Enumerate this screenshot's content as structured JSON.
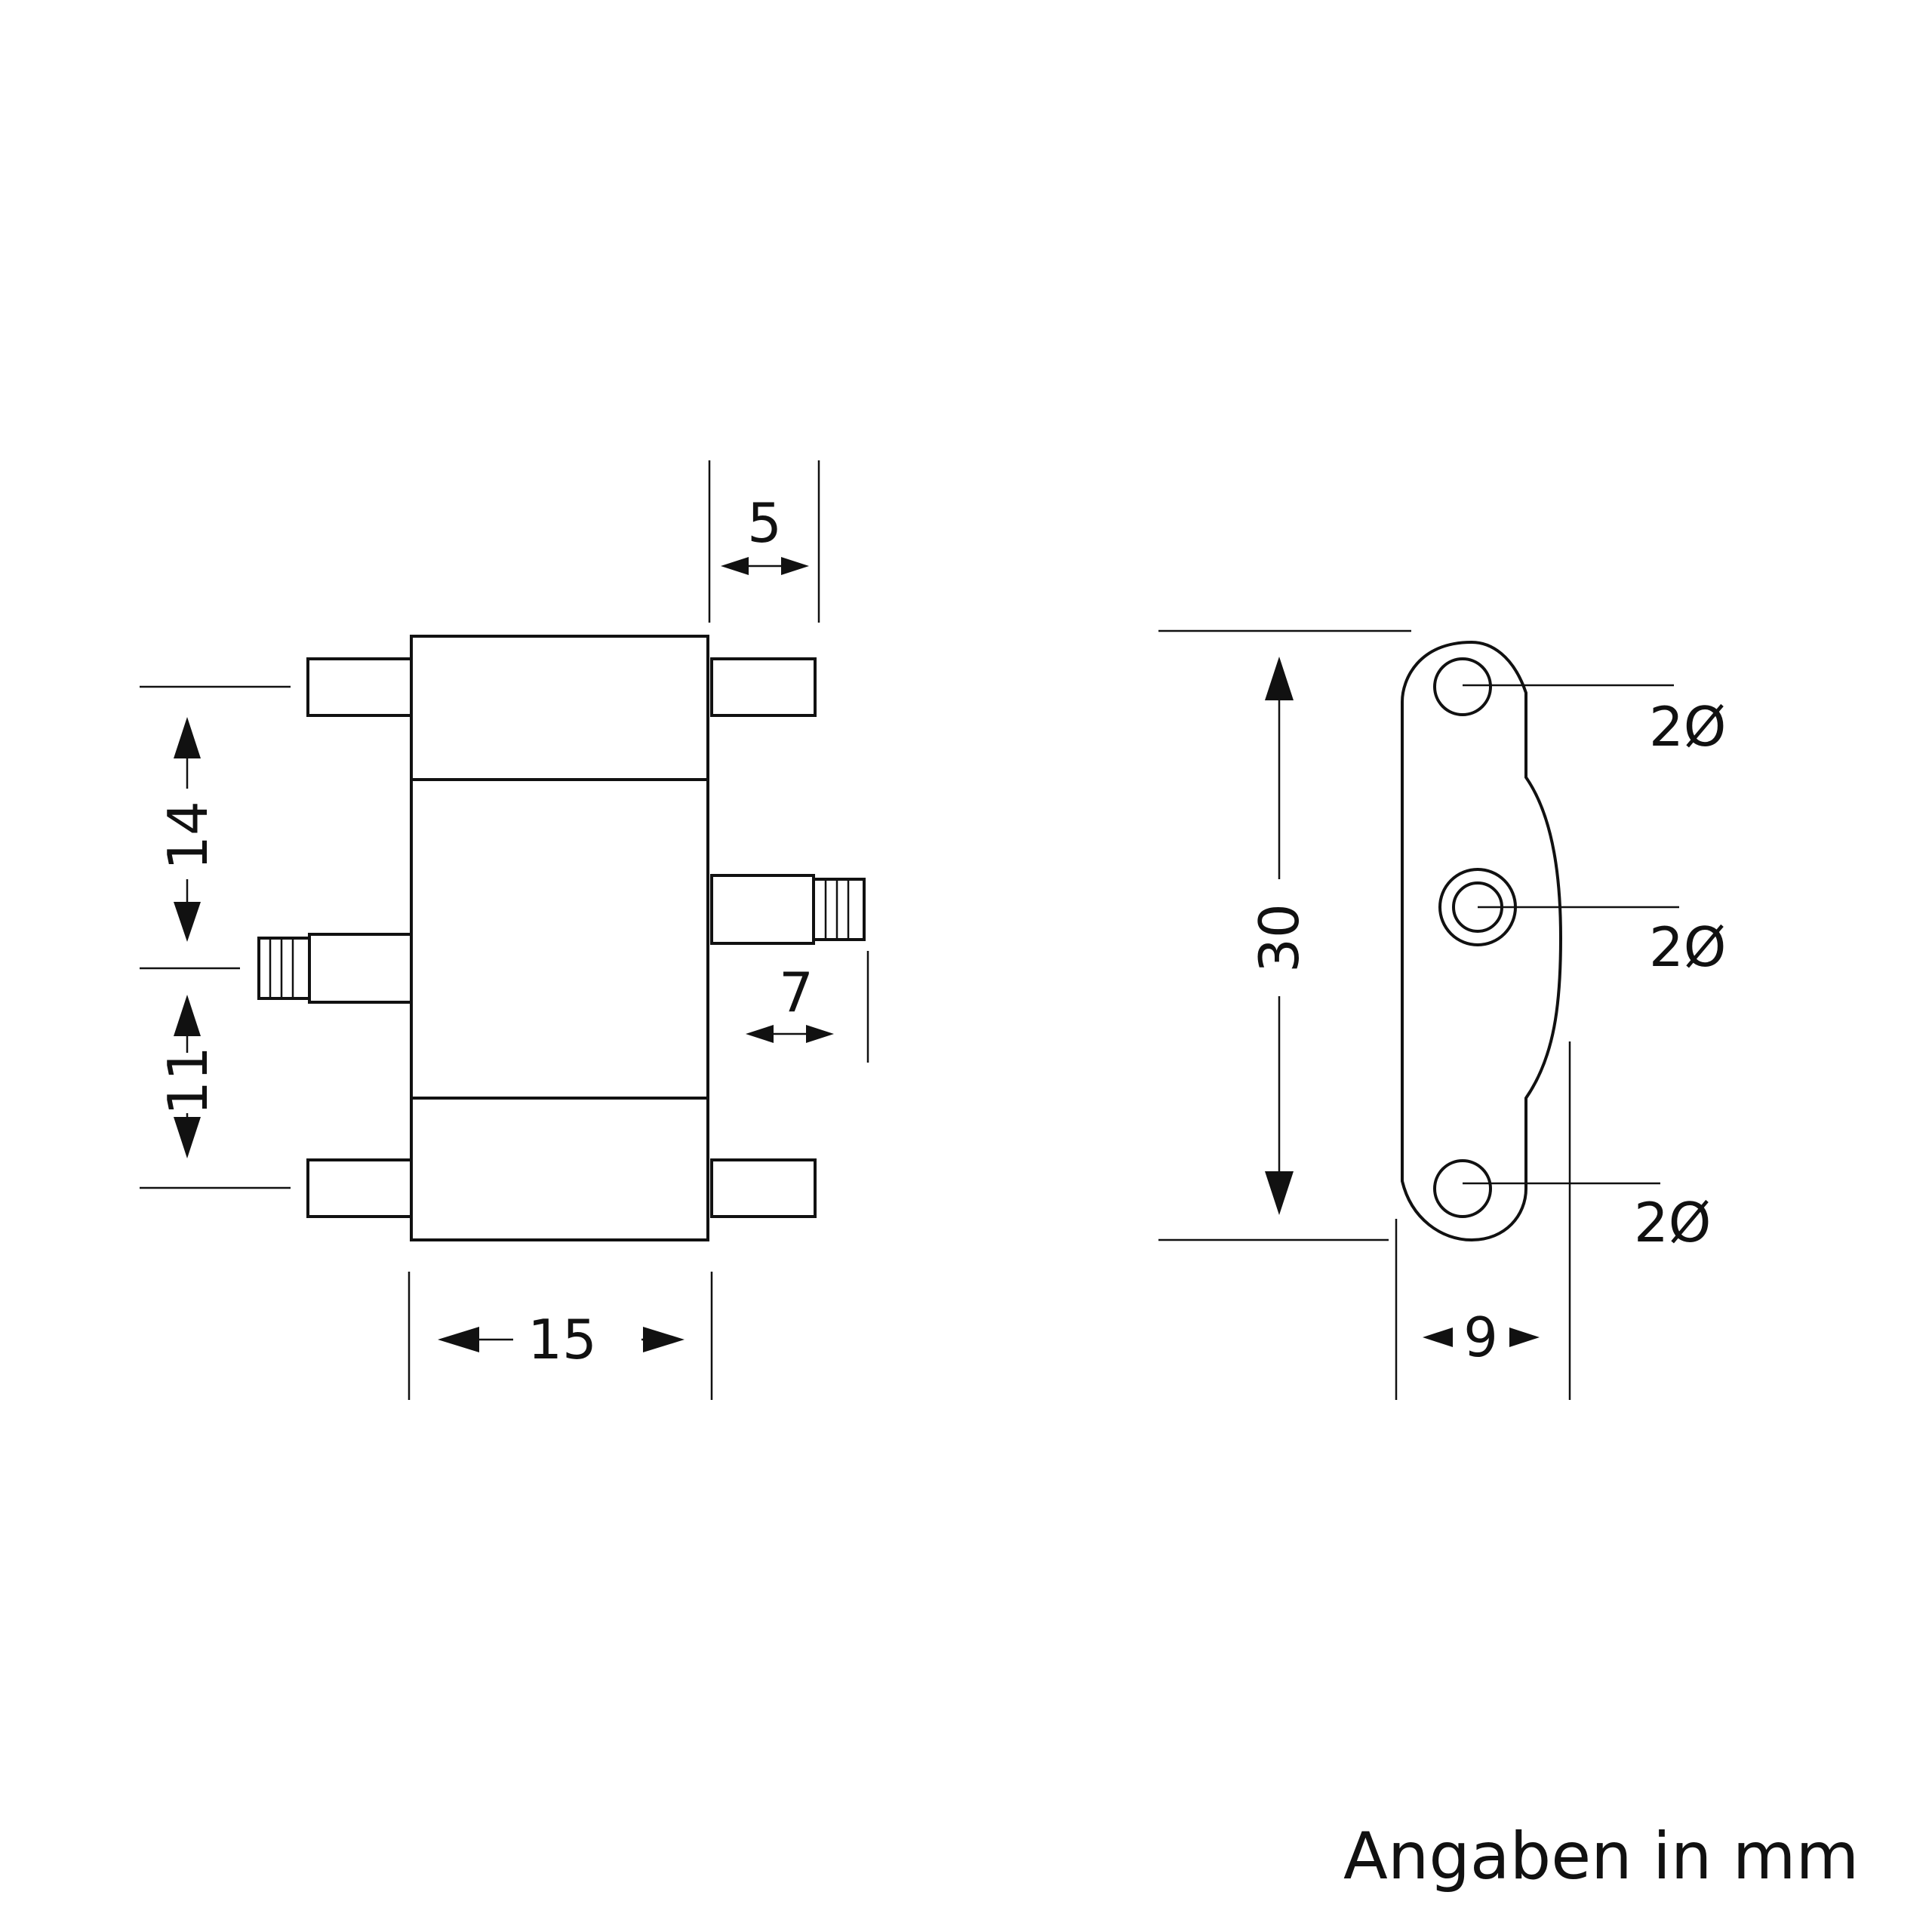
{
  "front_view": {
    "width_label": "15",
    "pin_length_label": "5",
    "tip_length_label": "7",
    "upper_spacing_label": "14",
    "lower_spacing_label": "11"
  },
  "side_view": {
    "height_label": "30",
    "depth_label": "9",
    "hole_labels": [
      "2Ø",
      "2Ø",
      "2Ø"
    ]
  },
  "footer": {
    "units_note": "Angaben in mm"
  },
  "colors": {
    "line": "#111111",
    "background": "#ffffff"
  }
}
